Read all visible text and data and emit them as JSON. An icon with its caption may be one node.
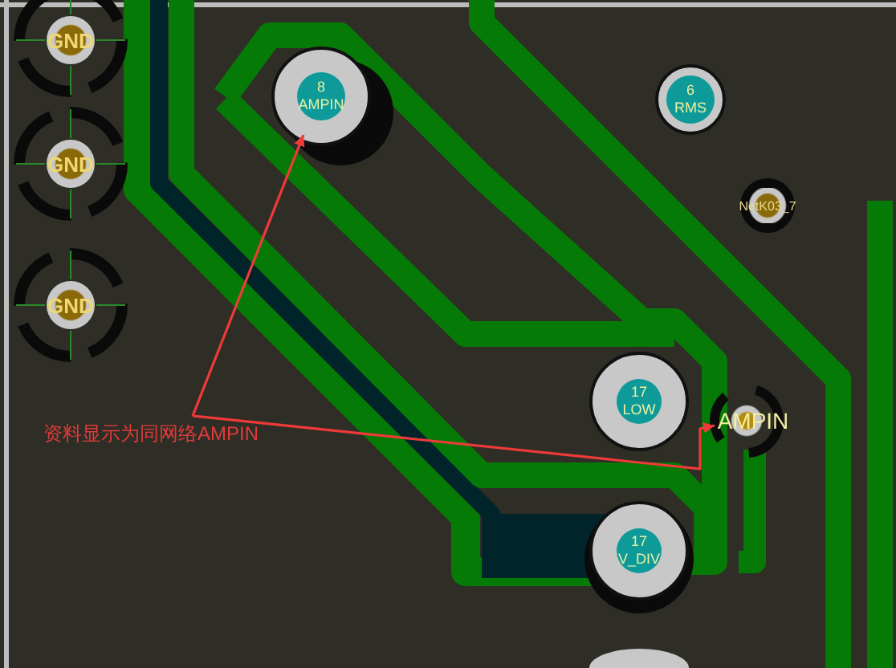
{
  "diagram": {
    "nodes": [
      {
        "text": [
          "GND"
        ]
      },
      {
        "text": [
          "GND"
        ]
      },
      {
        "text": [
          "GND"
        ]
      },
      {
        "text": [
          "8",
          "AMPIN"
        ]
      },
      {
        "text": [
          "6",
          "RMS"
        ]
      },
      {
        "text": [
          "NetK03_7"
        ]
      },
      {
        "text": [
          "17",
          "LOW"
        ]
      },
      {
        "text": [
          "AMPIN"
        ]
      },
      {
        "text": [
          "17",
          "V_DIV"
        ]
      },
      {
        "text": [],
        "shape": "circle"
      },
      {
        "text": [
          "资料显示为同网络AMPIN"
        ]
      }
    ],
    "edges": [
      {
        "from": 10,
        "to": 3,
        "arrow": "to"
      },
      {
        "from": 10,
        "to": 7,
        "arrow": "to"
      }
    ]
  }
}
